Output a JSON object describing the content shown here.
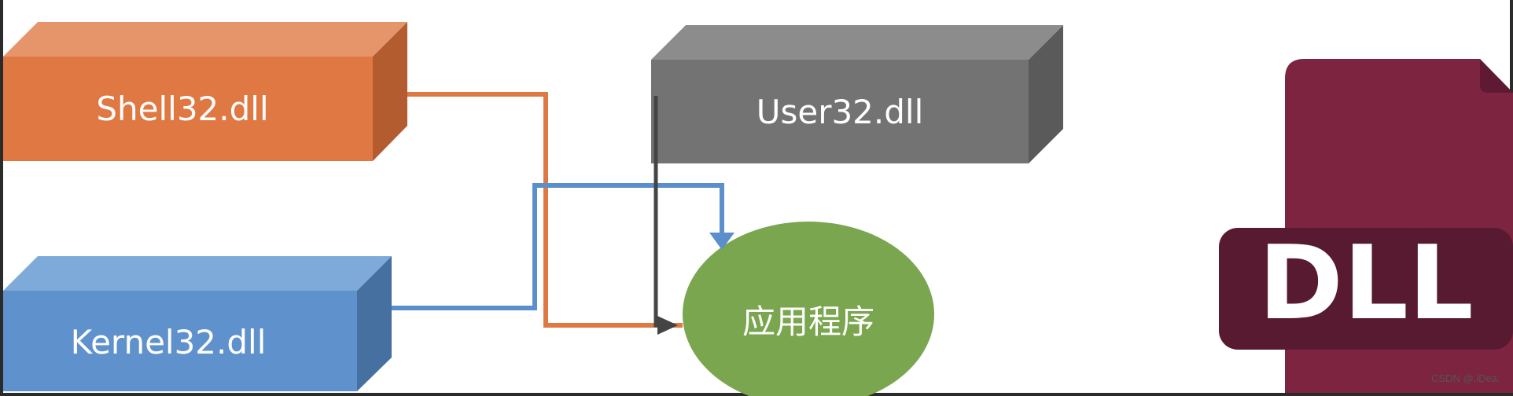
{
  "diagram": {
    "nodes": [
      {
        "id": "shell32",
        "label": "Shell32.dll",
        "color": "#e07843"
      },
      {
        "id": "user32",
        "label": "User32.dll",
        "color": "#737373"
      },
      {
        "id": "kernel32",
        "label": "Kernel32.dll",
        "color": "#5f91cc"
      },
      {
        "id": "app",
        "label": "应用程序",
        "color": "#79a64e"
      }
    ],
    "edges": [
      {
        "from": "shell32",
        "to": "app",
        "color": "#e07843"
      },
      {
        "from": "kernel32",
        "to": "app",
        "color": "#5b8fcc"
      },
      {
        "from": "user32",
        "to": "app",
        "color": "#444444"
      }
    ]
  },
  "dll_icon": {
    "label": "DLL",
    "color": "#7d2440",
    "dark_color": "#571a31"
  },
  "watermark": "CSDN @.iDea."
}
